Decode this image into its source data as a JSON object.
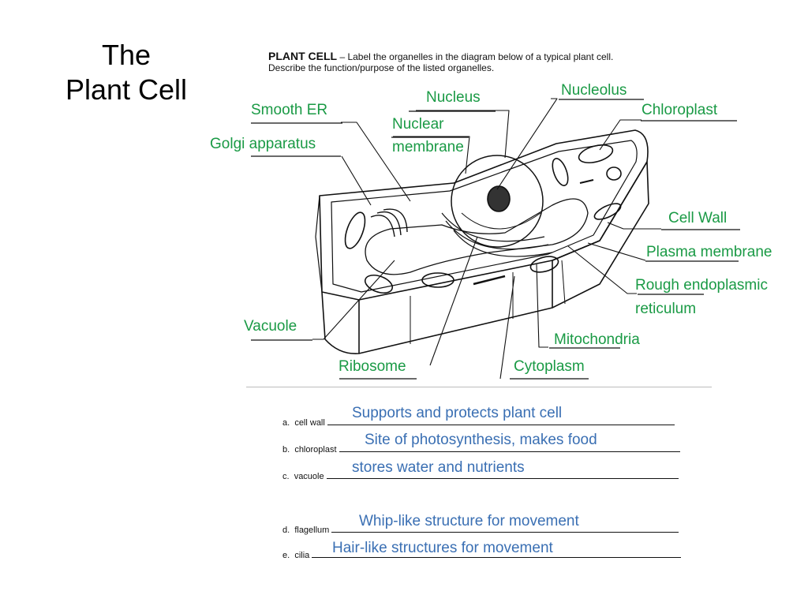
{
  "slide": {
    "title_line1": "The",
    "title_line2": "Plant Cell"
  },
  "worksheet": {
    "heading": "PLANT CELL",
    "instruction1": " – Label the organelles in the diagram below of a typical plant cell.",
    "instruction2": "Describe the function/purpose of the listed organelles."
  },
  "labels": {
    "nucleolus": "Nucleolus",
    "nucleus": "Nucleus",
    "smooth_er": "Smooth ER",
    "chloroplast": "Chloroplast",
    "nuclear_membrane_1": "Nuclear",
    "nuclear_membrane_2": "membrane",
    "golgi": "Golgi apparatus",
    "cell_wall": "Cell Wall",
    "plasma_membrane": "Plasma membrane",
    "rough_er_1": "Rough endoplasmic",
    "rough_er_2": "reticulum",
    "vacuole": "Vacuole",
    "mitochondria": "Mitochondria",
    "ribosome": "Ribosome",
    "cytoplasm": "Cytoplasm"
  },
  "questions": [
    {
      "letter": "a.",
      "term": "cell wall",
      "answer": "Supports and protects plant cell"
    },
    {
      "letter": "b.",
      "term": "chloroplast",
      "answer": "Site of photosynthesis, makes food"
    },
    {
      "letter": "c.",
      "term": "vacuole",
      "answer": "stores water and nutrients"
    },
    {
      "letter": "d.",
      "term": "flagellum",
      "answer": "Whip-like structure for movement"
    },
    {
      "letter": "e.",
      "term": "cilia",
      "answer": "Hair-like structures for movement"
    }
  ],
  "colors": {
    "label_green": "#1a9a45",
    "answer_blue": "#3a6fb3"
  }
}
